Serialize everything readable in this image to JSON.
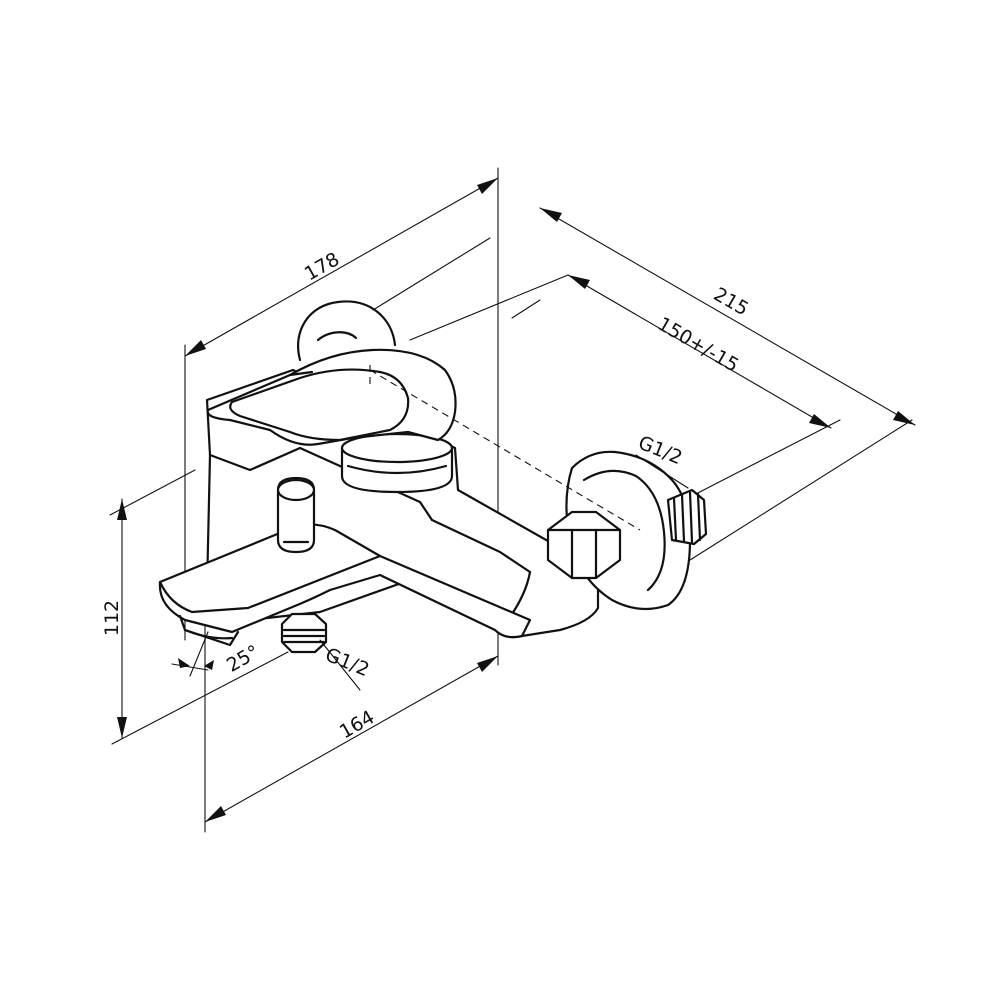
{
  "drawing": {
    "colors": {
      "line": "#111111",
      "background": "#ffffff"
    },
    "dimensions": {
      "width_total": "178",
      "depth_total": "215",
      "wall_spacing": "150+/-15",
      "height": "112",
      "spout_reach": "164",
      "spout_angle": "25°"
    },
    "threads": {
      "wall_inlet": "G1/2",
      "bottom_outlet": "G1/2"
    }
  }
}
